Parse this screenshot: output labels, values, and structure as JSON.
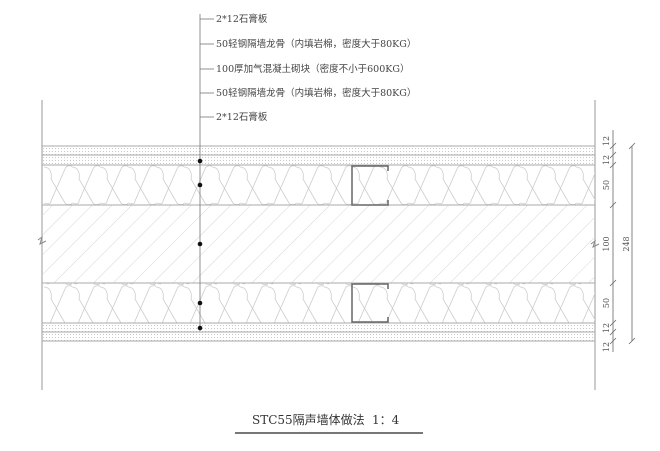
{
  "callouts": [
    "2*12石膏板",
    "50轻钢隔墙龙骨（内填岩棉，密度大于80KG）",
    "100厚加气混凝土砌块（密度不小于600KG）",
    "50轻钢隔墙龙骨（内填岩棉，密度大于80KG）",
    "2*12石膏板"
  ],
  "dimensions": [
    "12",
    "12",
    "50",
    "100",
    "50",
    "12",
    "12"
  ],
  "total_dimension": "248",
  "title": "STC55隔声墙体做法",
  "scale": "1：4",
  "colors": {
    "line": "#888888",
    "text": "#444444"
  }
}
